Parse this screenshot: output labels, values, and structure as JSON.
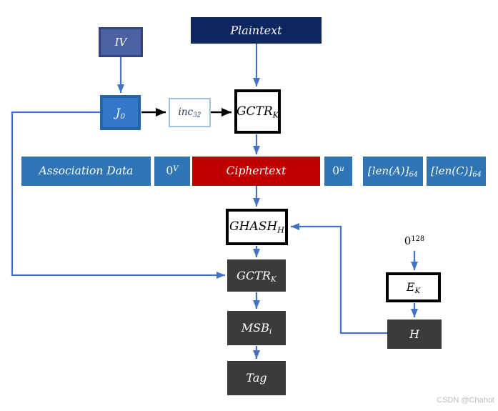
{
  "nodes": {
    "iv": {
      "label": "IV"
    },
    "plaintext": {
      "label": "Plaintext"
    },
    "j0": {
      "base": "J",
      "sub": "0"
    },
    "inc32": {
      "base": "inc",
      "sub": "32"
    },
    "gctr_top": {
      "base": "GCTR",
      "sub": "K"
    },
    "association_data": {
      "label": "Association Data"
    },
    "zero_v": {
      "base": "0",
      "sup": "V"
    },
    "ciphertext": {
      "label": "Ciphertext"
    },
    "zero_u": {
      "base": "0",
      "sup": "u"
    },
    "len_a": {
      "base": "[len(A)]",
      "sub": "64"
    },
    "len_c": {
      "base": "[len(C)]",
      "sub": "64"
    },
    "ghash": {
      "base": "GHASH",
      "sub": "H"
    },
    "gctr_bottom": {
      "base": "GCTR",
      "sub": "K"
    },
    "msb": {
      "base": "MSB",
      "sub": "i"
    },
    "tag": {
      "label": "Tag"
    },
    "zero_128": {
      "base": "0",
      "sup": "128"
    },
    "ek": {
      "base": "E",
      "sub": "K"
    },
    "h": {
      "label": "H"
    }
  },
  "watermark": {
    "text": "CSDN @Chahot"
  },
  "colors": {
    "arrow_blue": "#4472C4",
    "arrow_black": "#000000",
    "box_blue": "#2E75B6",
    "box_red": "#C00000",
    "box_dark": "#3B3B3D",
    "box_navy": "#0E2760",
    "iv_fill": "#4C61A2",
    "iv_border": "#34437F",
    "j0_fill": "#3377CB",
    "j0_border": "#2465A8",
    "inc32_border": "#9DC3E6",
    "border_black": "#000000",
    "watermark_gray": "#BDBDBD"
  }
}
